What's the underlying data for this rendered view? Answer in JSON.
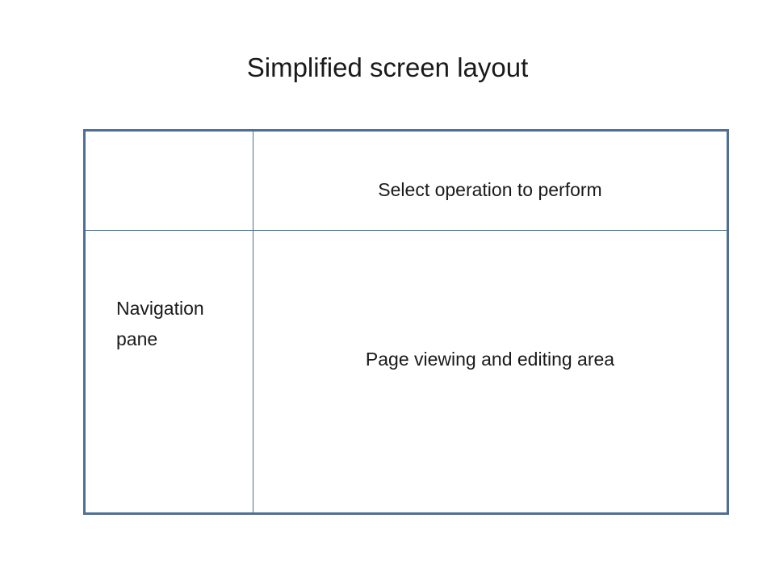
{
  "title": "Simplified screen layout",
  "layout": {
    "operation_label": "Select operation to perform",
    "navigation_label": "Navigation\npane",
    "editing_label": "Page viewing and editing area"
  },
  "colors": {
    "frame_border": "#4f6f93",
    "text": "#1a1a1a",
    "background": "#ffffff"
  }
}
